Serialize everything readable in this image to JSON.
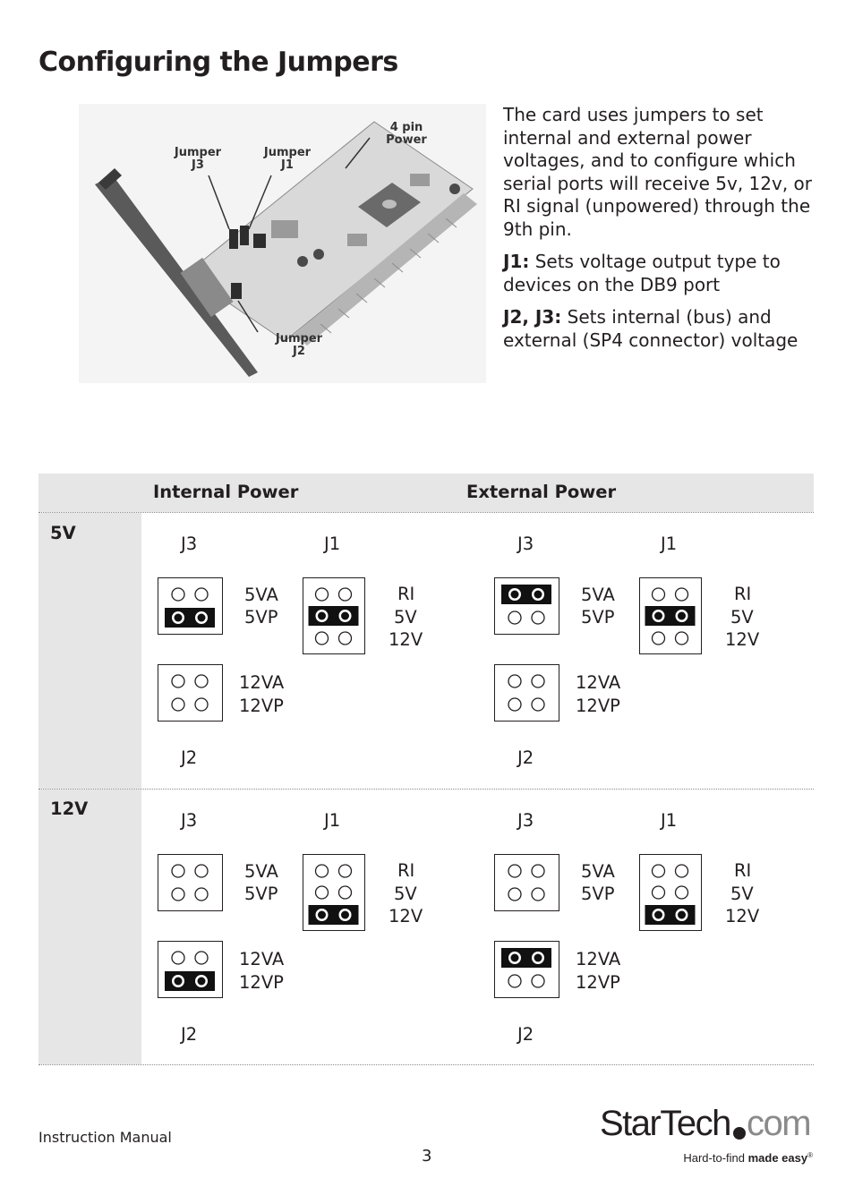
{
  "page": {
    "title": "Configuring the Jumpers",
    "footer_left": "Instruction Manual",
    "page_number": "3"
  },
  "photo": {
    "callouts": [
      {
        "line1": "Jumper",
        "line2": "J3"
      },
      {
        "line1": "Jumper",
        "line2": "J1"
      },
      {
        "line1": "4 pin",
        "line2": "Power"
      },
      {
        "line1": "Jumper",
        "line2": "J2"
      }
    ]
  },
  "intro": {
    "paragraph": "The card uses jumpers to set internal and external power voltages, and to configure which serial ports will receive 5v, 12v, or RI signal (unpowered) through the 9th pin.",
    "j1_label": "J1:",
    "j1_text": " Sets voltage output type to devices on the DB9 port",
    "j23_label": "J2, J3:",
    "j23_text": " Sets internal (bus) and external (SP4 connector) voltage"
  },
  "table": {
    "header_internal": "Internal Power",
    "header_external": "External Power",
    "rows": [
      {
        "label": "5V"
      },
      {
        "label": "12V"
      }
    ],
    "labels": {
      "j3": "J3",
      "j1": "J1",
      "j2": "J2",
      "j3_opts": [
        "5VA",
        "5VP"
      ],
      "j2_opts": [
        "12VA",
        "12VP"
      ],
      "j1_opts": [
        "RI",
        "5V",
        "12V"
      ]
    },
    "jumper_states": {
      "note": "index of shorted pin row (0-based), null = open",
      "row_5v_internal": {
        "j3": 1,
        "j2": null,
        "j1": 1
      },
      "row_5v_external": {
        "j3": 0,
        "j2": null,
        "j1": 1
      },
      "row_12v_internal": {
        "j3": null,
        "j2": 1,
        "j1": 2
      },
      "row_12v_external": {
        "j3": null,
        "j2": 0,
        "j1": 2
      }
    }
  },
  "logo": {
    "brand": "StarTech",
    "suffix": "com",
    "tagline_regular": "Hard-to-find ",
    "tagline_bold": "made easy",
    "reg": "®"
  }
}
